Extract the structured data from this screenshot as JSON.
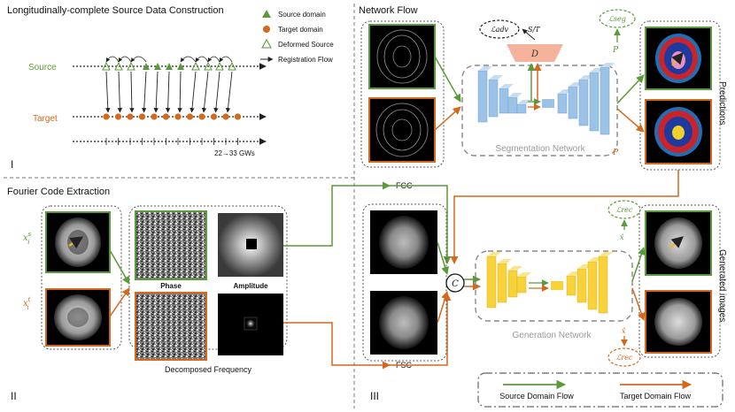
{
  "panel1": {
    "title": "Longitudinally-complete Source Data Construction",
    "source_label": "Source",
    "target_label": "Target",
    "range_label": "22→33 GWs",
    "roman": "I",
    "legend": {
      "source_domain": "Source domain",
      "target_domain": "Target domain",
      "deformed_source": "Deformed Source",
      "registration_flow": "Registration Flow"
    }
  },
  "panel2": {
    "title": "Fourier Code Extraction",
    "phase_label": "Phase",
    "amplitude_label": "Amplitude",
    "decomposed_label": "Decomposed Frequency",
    "roman": "II",
    "xs_base": "x",
    "xs_sup": "s",
    "xs_sub": "i",
    "xt_base": "x",
    "xt_sup": "t",
    "xt_sub": "i"
  },
  "panel3": {
    "title": "Network Flow",
    "roman": "III",
    "fcc_label": "FCC",
    "fsc_label": "FSC",
    "seg_label": "Segmentation Network",
    "gen_label": "Generation Network",
    "disc_label": "D",
    "st_label": "S/T",
    "loss_adv": "ℒadv",
    "loss_seg": "ℒseg",
    "loss_rec_s": "ℒrec",
    "loss_rec_t": "ℒrec",
    "p_s": "P",
    "p_t": "P",
    "xhat_s": "x̂",
    "xhat_t": "x̂",
    "concat_label": "C",
    "predictions_label": "Predictions",
    "generated_label": "Generated images",
    "source_flow_label": "Source Domain Flow",
    "target_flow_label": "Target Domain Flow"
  },
  "colors": {
    "source": "#5a9a3a",
    "target": "#d4691d",
    "blue_block": "#9cc3e6",
    "yellow_block": "#f7d23a",
    "disc": "#f4b39a"
  }
}
